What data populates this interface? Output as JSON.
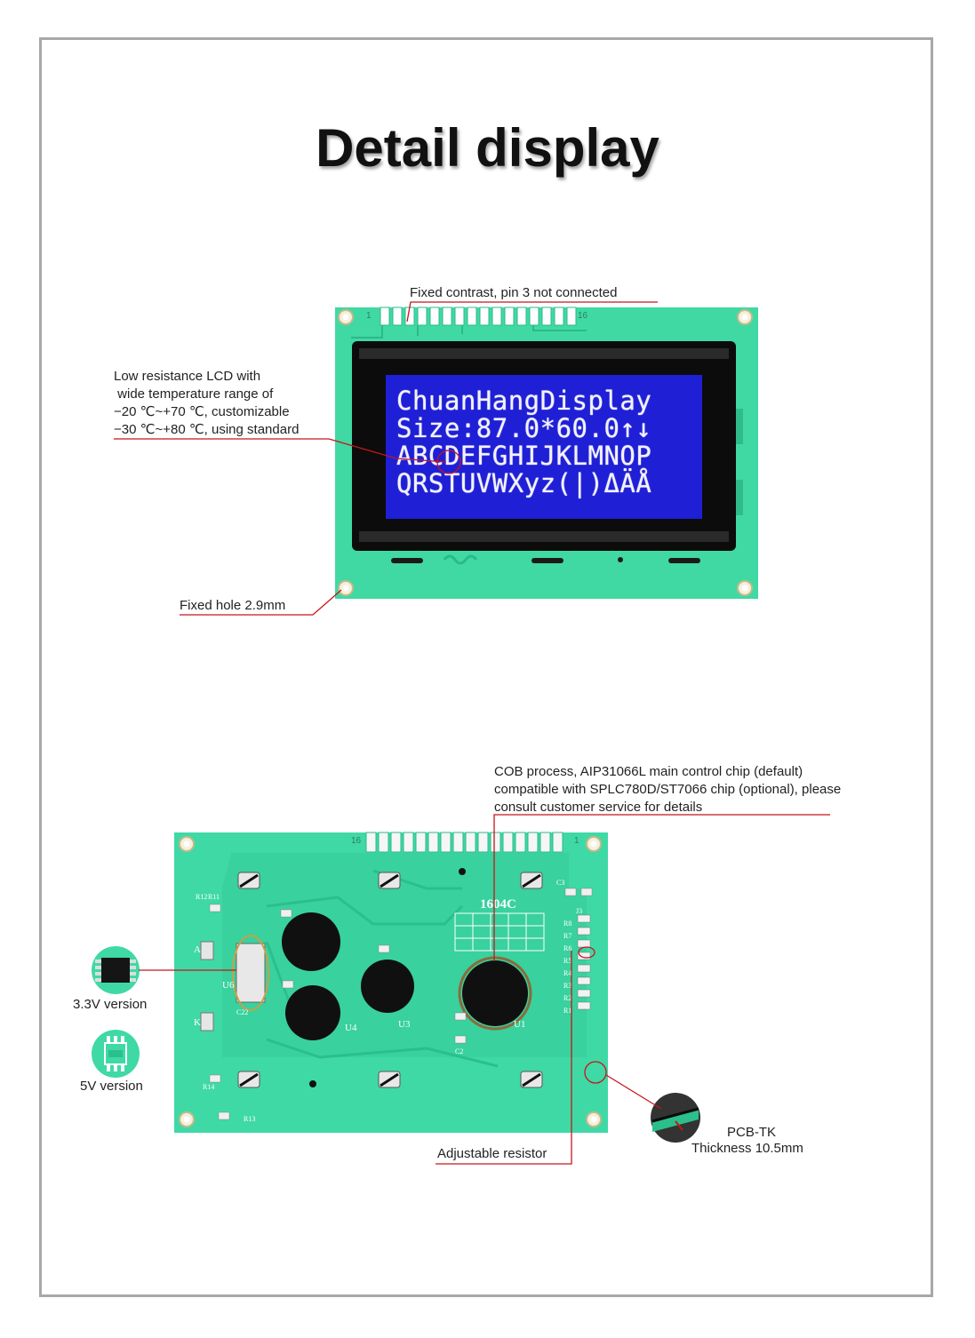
{
  "title": "Detail display",
  "lcd": {
    "lines": [
      "ChuanHangDisplay",
      "Size:87.0*60.0↑↓",
      "ABCDEFGHIJKLMNOP",
      "QRSTUVWXyz(|)ΔÄÅ"
    ],
    "pin_first": "1",
    "pin_last": "16"
  },
  "callouts": {
    "contrast": "Fixed contrast, pin 3 not connected",
    "lcd_info": [
      "Low resistance LCD with",
      " wide temperature range of",
      "−20 ℃~+70 ℃, customizable",
      "−30 ℃~+80 ℃, using standard"
    ],
    "fixed_hole": "Fixed hole 2.9mm",
    "cob": [
      "COB process, AIP31066L main control chip (default)",
      "compatible with SPLC780D/ST7066 chip (optional), please",
      "consult customer service for details"
    ],
    "v33": "3.3V version",
    "v5": "5V version",
    "adjustable": "Adjustable resistor",
    "pcb_tk": "PCB-TK",
    "thickness": "Thickness 10.5mm"
  },
  "pcb": {
    "model": "1604C",
    "pin_label": "16",
    "pin_one": "1",
    "labels": {
      "u1": "U1",
      "u3": "U3",
      "u4": "U4",
      "u6": "U6",
      "a": "A",
      "k": "K",
      "r12": "R12",
      "r11": "R11",
      "r13": "R13",
      "r14": "R14",
      "c2": "C2",
      "c3": "C3",
      "c22": "C22",
      "j3": "J3",
      "r8": "R8",
      "r7": "R7",
      "r6": "R6",
      "r5": "R5",
      "r4": "R4",
      "r3": "R3",
      "r2": "R2",
      "r1": "R1"
    }
  },
  "colors": {
    "pcb_green": "#3fd9a6",
    "pcb_green_dark": "#2bbf8c",
    "lcd_blue": "#1f1fd6",
    "callout_line": "#c8141c",
    "frame": "#a8a8a8"
  }
}
